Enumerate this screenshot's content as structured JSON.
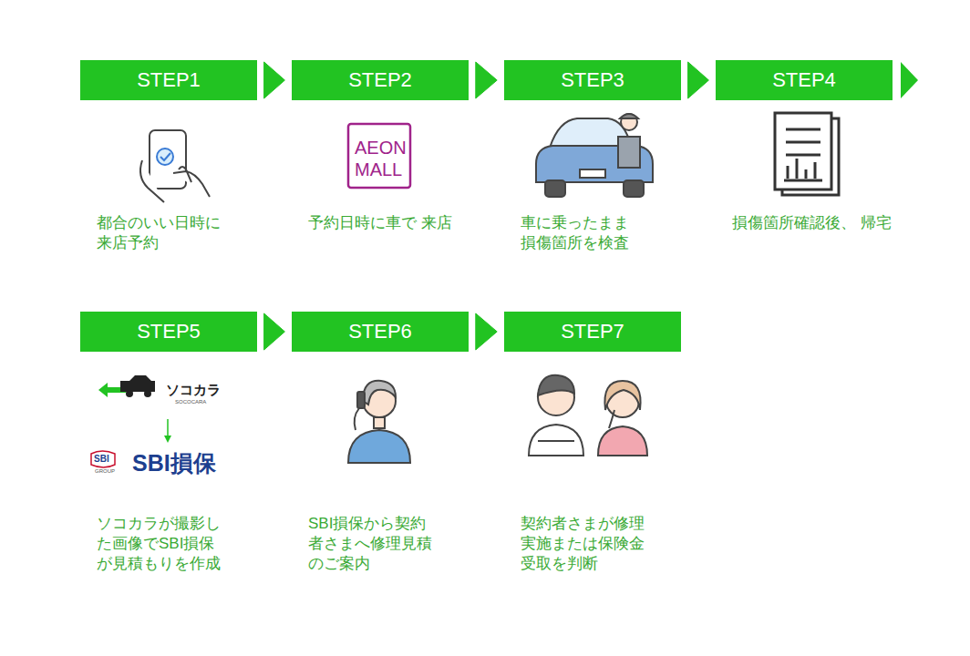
{
  "diagram": {
    "nodes": [
      {
        "text": [
          "STEP1",
          "都合のいい日時に 来店予約"
        ]
      },
      {
        "text": [
          "STEP2",
          "予約日時に車で 来店"
        ]
      },
      {
        "text": [
          "STEP3",
          "車に乗ったまま 損傷箇所を検査"
        ]
      },
      {
        "text": [
          "STEP4",
          "損傷箇所確認後、 帰宅"
        ]
      },
      {
        "text": [
          "STEP5",
          "ソコカラが撮影し た画像でSBI損保 が見積もりを作成"
        ]
      },
      {
        "text": [
          "STEP6",
          "SBI損保から契約 者さまへ修理見積 のご案内"
        ]
      },
      {
        "text": [
          "STEP7",
          "契約者さまが修理 実施または保険金 受取を判断"
        ]
      }
    ],
    "edges": [
      {
        "from": 0,
        "to": 1,
        "arrow": "to"
      },
      {
        "from": 1,
        "to": 2,
        "arrow": "to"
      },
      {
        "from": 2,
        "to": 3,
        "arrow": "to"
      },
      {
        "from": 4,
        "to": 5,
        "arrow": "to"
      },
      {
        "from": 5,
        "to": 6,
        "arrow": "to"
      }
    ],
    "labels": [
      "AEON",
      "MALL",
      "ソコカラ",
      "SOCOCARA",
      "SBI",
      "GROUP",
      "SBI損保"
    ]
  }
}
